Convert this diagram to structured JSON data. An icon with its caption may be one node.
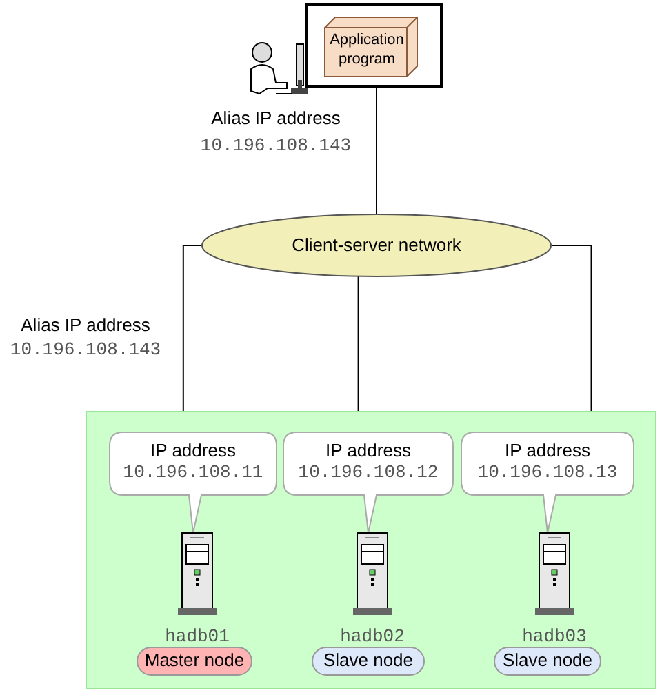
{
  "diagram": {
    "nodes": [
      {
        "text": [],
        "shape": "box"
      },
      {
        "text": [
          "Application program"
        ],
        "in": 0
      },
      {
        "text": [
          "Client-server network"
        ]
      },
      {
        "text": [],
        "shape": "box"
      },
      {
        "text": [
          "IP address",
          "10.196.108.11"
        ],
        "in": 3
      },
      {
        "text": [
          "IP address",
          "10.196.108.12"
        ],
        "in": 3
      },
      {
        "text": [
          "IP address",
          "10.196.108.13"
        ],
        "in": 3
      },
      {
        "text": [],
        "shape": "picture",
        "in": 3,
        "beside": [
          "hadb01"
        ]
      },
      {
        "text": [],
        "shape": "picture",
        "in": 3,
        "beside": [
          "hadb02"
        ]
      },
      {
        "text": [],
        "shape": "picture",
        "in": 3,
        "beside": [
          "hadb03"
        ]
      },
      {
        "text": [
          "Master node"
        ],
        "in": 3
      },
      {
        "text": [
          "Slave node"
        ],
        "in": 3
      },
      {
        "text": [
          "Slave node"
        ],
        "in": 3
      }
    ],
    "edges": [
      {
        "from": 0,
        "to": 2,
        "arrow": "none"
      },
      {
        "from": 2,
        "to": 4,
        "arrow": "none"
      },
      {
        "from": 2,
        "to": 5,
        "arrow": "none"
      },
      {
        "from": 2,
        "to": 6,
        "arrow": "none"
      }
    ],
    "labels": [
      "Alias IP address",
      "10.196.108.143",
      "Alias IP address",
      "10.196.108.143"
    ]
  }
}
